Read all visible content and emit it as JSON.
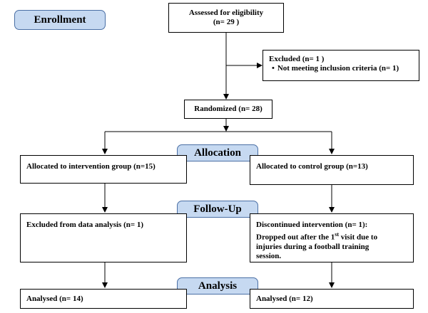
{
  "stages": {
    "enrollment": "Enrollment",
    "allocation": "Allocation",
    "followup": "Follow-Up",
    "analysis": "Analysis"
  },
  "assessed": {
    "label": "Assessed for eligibility",
    "count": "(n= 29 )"
  },
  "excluded": {
    "title": "Excluded  (n= 1 )",
    "bullet": "•",
    "reason": "Not meeting inclusion criteria (n= 1)"
  },
  "randomized": {
    "label": "Randomized (n= 28)"
  },
  "allocation": {
    "intervention": "Allocated to intervention group (n=15)",
    "control": "Allocated to control group (n=13)"
  },
  "followup": {
    "intervention": "Excluded from data analysis  (n= 1)",
    "control_line1": "Discontinued intervention (n= 1):",
    "control_line2_pre": "Dropped out after the 1",
    "control_line2_sup": "st",
    "control_line2_post": " visit due to",
    "control_line3": "injuries during a football training",
    "control_line4": "session."
  },
  "analysis": {
    "intervention": "Analysed  (n= 14)",
    "control": "Analysed  (n= 12)"
  }
}
